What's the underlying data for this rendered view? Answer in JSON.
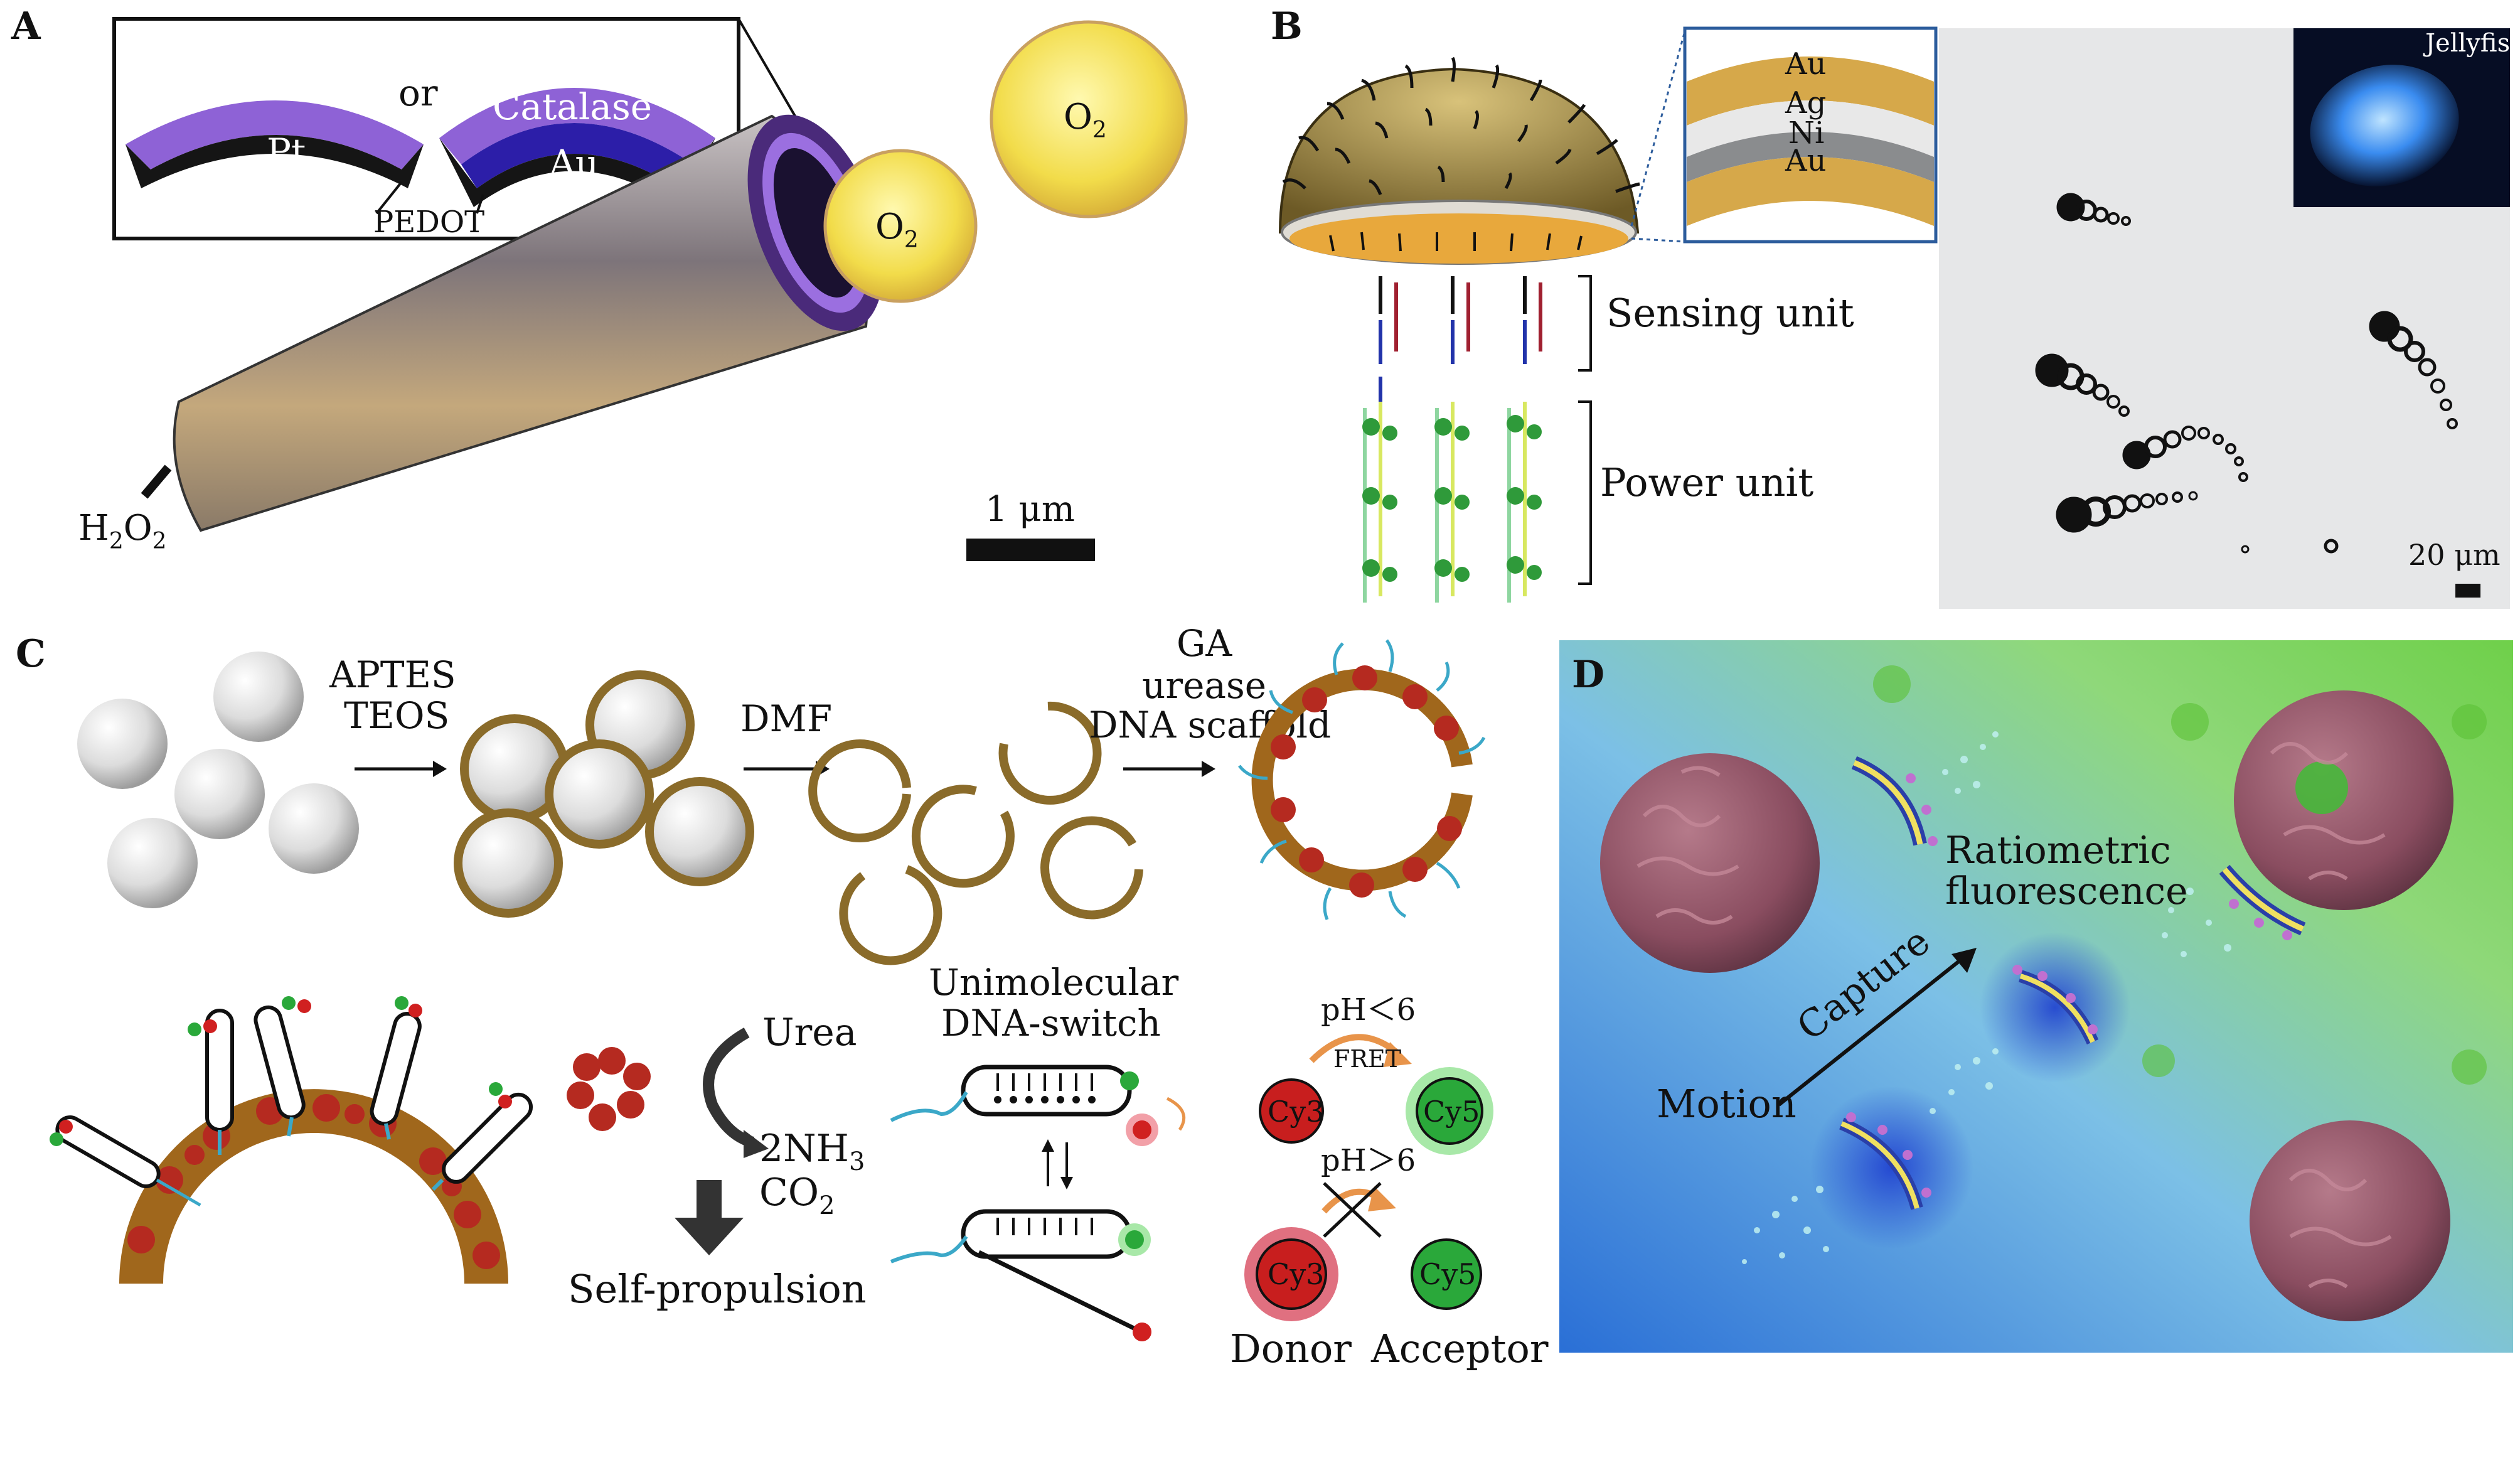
{
  "panel_labels": {
    "a": "A",
    "b": "B",
    "c": "C",
    "d": "D"
  },
  "panel_a": {
    "pt": "Pt",
    "or": "or",
    "catalase": "Catalase",
    "au": "Au",
    "pedot": "PEDOT",
    "o2_1_main": "O",
    "o2_1_sub": "2",
    "o2_2_main": "O",
    "o2_2_sub": "2",
    "h2o2_h": "H",
    "h2o2_sub1": "2",
    "h2o2_o": "O",
    "h2o2_sub2": "2",
    "scale": "1 μm"
  },
  "panel_b": {
    "layer1": "Au",
    "layer2": "Ag",
    "layer3": "Ni",
    "layer4": "Au",
    "sensing": "Sensing unit",
    "power": "Power unit",
    "jellyfish": "Jellyfish",
    "scale": "20 μm"
  },
  "panel_c": {
    "step1a": "APTES",
    "step1b": "TEOS",
    "step2": "DMF",
    "step3a": "GA",
    "step3b": "urease",
    "step3c": "DNA scaffold",
    "urea": "Urea",
    "nh3": "2NH",
    "nh3_sub": "3",
    "co2": "CO",
    "co2_sub": "2",
    "self": "Self-propulsion",
    "uni1": "Unimolecular",
    "uni2": "DNA-switch",
    "ph_low": "pH＜6",
    "fret": "FRET",
    "ph_high": "pH＞6",
    "cy3a": "Cy3",
    "cy5a": "Cy5",
    "cy3b": "Cy3",
    "cy5b": "Cy5",
    "donor": "Donor",
    "acceptor": "Acceptor"
  },
  "panel_d": {
    "ratio1": "Ratiometric",
    "ratio2": "fluorescence",
    "capture": "Capture",
    "motion": "Motion"
  }
}
